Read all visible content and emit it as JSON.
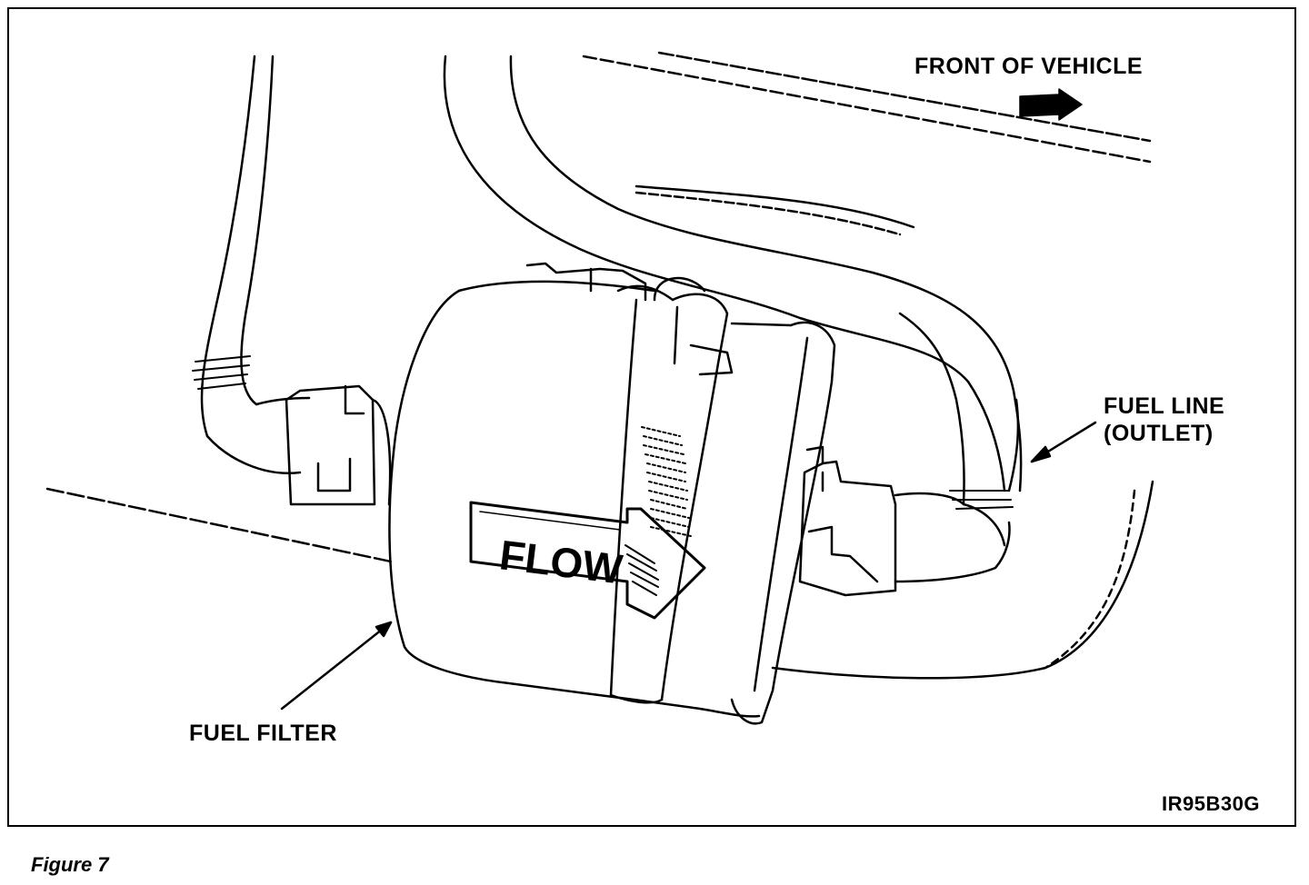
{
  "figure": {
    "caption": "Figure 7",
    "code": "IR95B30G"
  },
  "labels": {
    "front_of_vehicle": "FRONT OF VEHICLE",
    "fuel_line_line1": "FUEL LINE",
    "fuel_line_line2": "(OUTLET)",
    "fuel_filter": "FUEL FILTER",
    "flow": "FLOW"
  },
  "icons": [
    "front-direction-arrow-icon",
    "leader-arrow-icon"
  ],
  "colors": {
    "ink": "#000000",
    "paper": "#ffffff"
  }
}
